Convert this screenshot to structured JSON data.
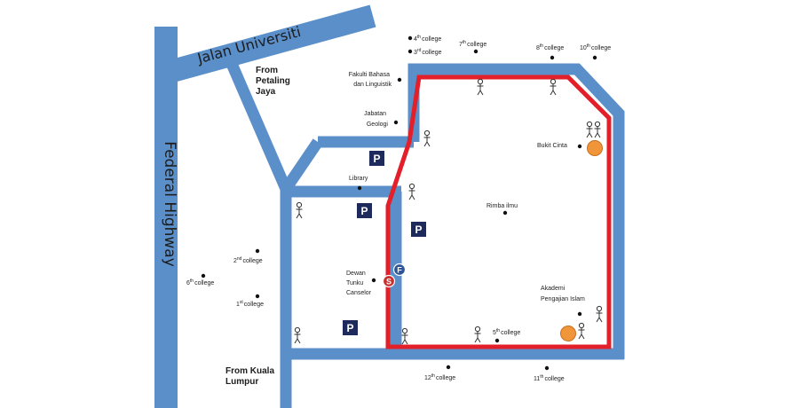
{
  "colors": {
    "road": "#5b8fc9",
    "route": "#e3202a",
    "parking_bg": "#1f2a5c",
    "marker_orange": "#f0953a",
    "start_marker": "#c8302f",
    "finish_marker": "#2f5597"
  },
  "roads": {
    "federal_highway": "Federal Highway",
    "jalan_universiti": "Jalan Universiti"
  },
  "from_labels": {
    "petaling_jaya": [
      "From",
      "Petaling",
      "Jaya"
    ],
    "kuala_lumpur": [
      "From Kuala",
      "Lumpur"
    ]
  },
  "places": {
    "fakulti_bahasa": [
      "Fakulti Bahasa",
      "dan Linguistik"
    ],
    "jabatan_geologi": [
      "Jabatan",
      "Geologi"
    ],
    "library": "Library",
    "dewan_tunku": [
      "Dewan",
      "Tunku",
      "Canselor"
    ],
    "rimba_ilmu": "Rimba ilmu",
    "bukit_cinta": "Bukit Cinta",
    "akademi": [
      "Akademi",
      "Pengajian Islam"
    ]
  },
  "colleges": {
    "c1": {
      "num": "1",
      "sup": "st",
      "word": "college"
    },
    "c2": {
      "num": "2",
      "sup": "nd",
      "word": "college"
    },
    "c3": {
      "num": "3",
      "sup": "rd",
      "word": "college"
    },
    "c4": {
      "num": "4",
      "sup": "th",
      "word": "college"
    },
    "c5": {
      "num": "5",
      "sup": "th",
      "word": "college"
    },
    "c6": {
      "num": "6",
      "sup": "th",
      "word": "college"
    },
    "c7": {
      "num": "7",
      "sup": "th",
      "word": "college"
    },
    "c8": {
      "num": "8",
      "sup": "th",
      "word": "college"
    },
    "c10": {
      "num": "10",
      "sup": "th",
      "word": "college"
    },
    "c11": {
      "num": "11",
      "sup": "th",
      "word": "college"
    },
    "c12": {
      "num": "12",
      "sup": "th",
      "word": "college"
    }
  },
  "markers": {
    "parking": "P",
    "start": "S",
    "finish": "F"
  }
}
